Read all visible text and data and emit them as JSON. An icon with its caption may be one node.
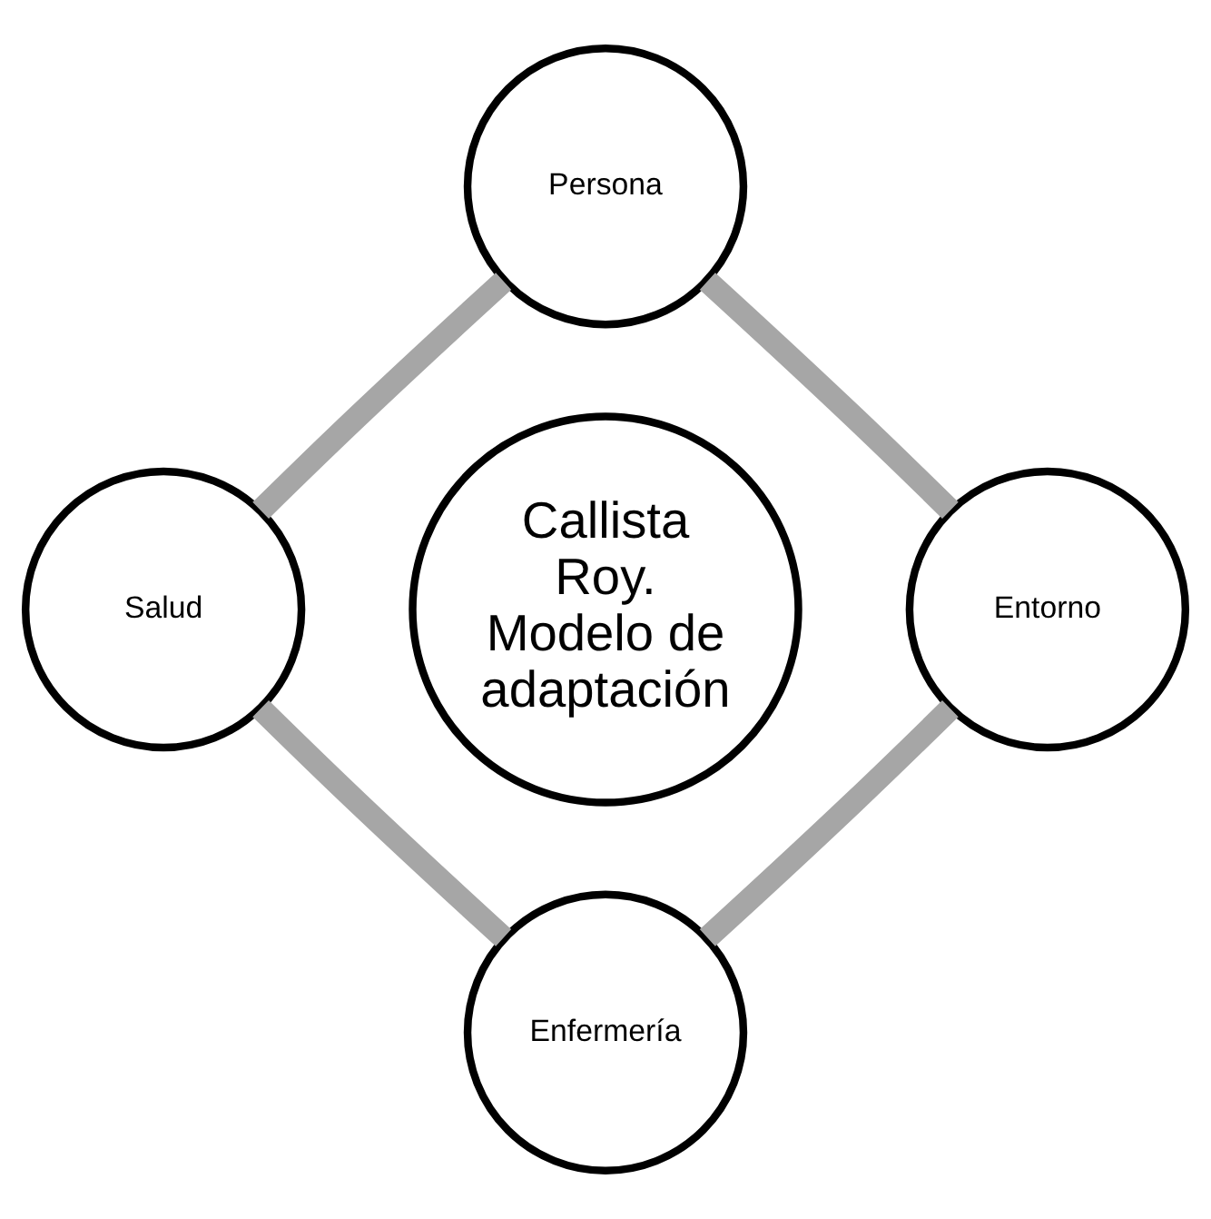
{
  "diagram": {
    "nodes": [
      {
        "text": [
          "Persona"
        ]
      },
      {
        "text": [
          "Salud"
        ]
      },
      {
        "text": [
          "Callista Roy. Modelo de adaptación"
        ]
      },
      {
        "text": [
          "Entorno"
        ]
      },
      {
        "text": [
          "Enfermería"
        ]
      }
    ],
    "edges": [
      {
        "from": 0,
        "to": 1,
        "arrow": "none"
      },
      {
        "from": 0,
        "to": 3,
        "arrow": "none"
      },
      {
        "from": 1,
        "to": 4,
        "arrow": "none"
      },
      {
        "from": 3,
        "to": 4,
        "arrow": "none"
      }
    ]
  }
}
